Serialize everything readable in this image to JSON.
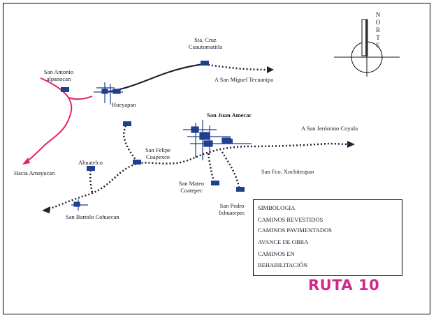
{
  "map": {
    "compass": {
      "letters": [
        "N",
        "O",
        "R",
        "T",
        "E"
      ]
    },
    "places": {
      "sta_cruz": "Sta. Cruz",
      "cuautomatitla": "Cuautomatitla",
      "a_san_miguel": "A San Miguel Tecuanipa",
      "san_antonio": "San Antonio",
      "alpanocan": "alpanocan",
      "hueyapan": "Hueyapan",
      "san_juan": "San Juan Amecac",
      "a_san_jeronimo": "A San Jerónimo Coyula",
      "san_felipe": "San Felipe",
      "coapexco": "Coapexco",
      "ahuatelco": "Ahuatelco",
      "hacia_amayucan": "Hacia Amayucan",
      "san_fco": "San Fco. Xochiteopan",
      "san_mateo": "San Mateo",
      "coatepec": "Coatepec",
      "san_pedro": "San Pedro",
      "ixhuatepec": "Ixhuatepec",
      "san_bartolo": "San Bartolo Cohuecan"
    },
    "legend": {
      "title": "SIMBOLOGIA",
      "items": [
        {
          "label": "CAMINOS REVESTIDOS",
          "style": "dotted",
          "color": "#444444"
        },
        {
          "label": "CAMINOS PAVIMENTADOS",
          "style": "solid",
          "color": "#222233"
        },
        {
          "label": "AVANCE DE OBRA",
          "style": "solid",
          "color": "#e63245"
        },
        {
          "label": "CAMINOS EN",
          "label2": "REHABILITACIÓN",
          "style": "dotted",
          "color": "#e05060"
        }
      ]
    },
    "route_title": "RUTA 10",
    "colors": {
      "road_paved": "#222233",
      "road_gravel": "#222233",
      "progress": "#e3256b",
      "town": "#1f3f8f"
    }
  }
}
